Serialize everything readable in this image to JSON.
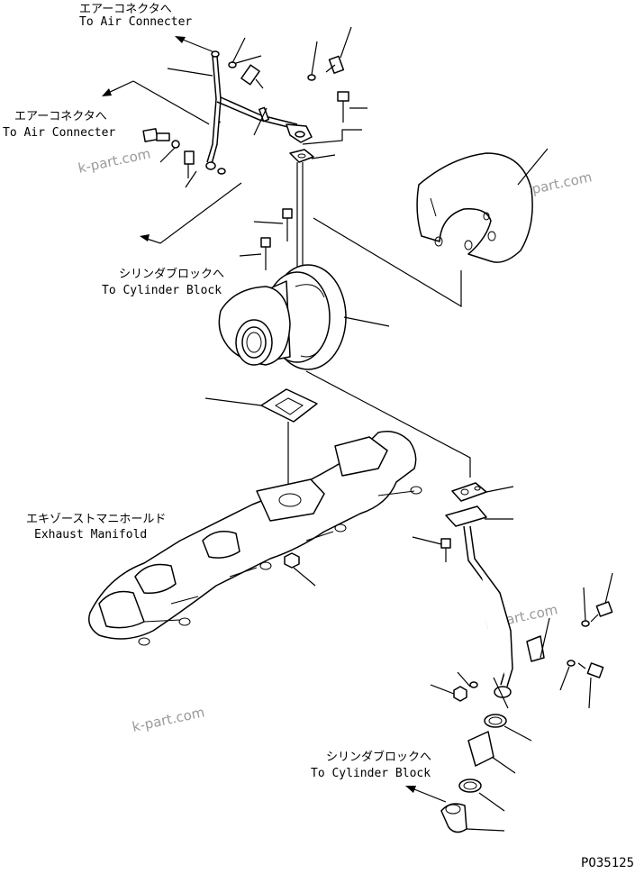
{
  "labels": {
    "air_top_jp": "エアーコネクタへ",
    "air_top_en": "To Air Connecter",
    "air_left_jp": "エアーコネクタへ",
    "air_left_en": "To Air Connecter",
    "cyl_mid_jp": "シリンダブロックへ",
    "cyl_mid_en": "To Cylinder Block",
    "exh_jp": "エキゾーストマニホールド",
    "exh_en": "Exhaust Manifold",
    "cyl_bottom_jp": "シリンダブロックへ",
    "cyl_bottom_en": "To Cylinder Block"
  },
  "watermarks": [
    "k-part.com",
    "k-part.com",
    "k-part.com",
    "k-part.com"
  ],
  "drawing_code": "PO35125",
  "colors": {
    "line": "#000000",
    "watermark": "#9a9a9a",
    "background": "#ffffff"
  }
}
